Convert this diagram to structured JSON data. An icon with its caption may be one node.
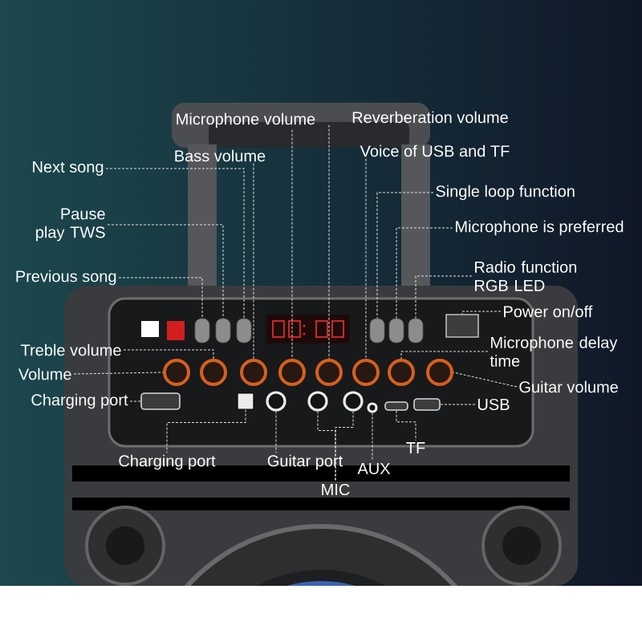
{
  "diagram": {
    "nodes": [
      {
        "text": [
          "Microphone volume"
        ]
      },
      {
        "text": [
          "Reverberation volume"
        ]
      },
      {
        "text": [
          "Bass volume"
        ]
      },
      {
        "text": [
          "Voice of USB and TF"
        ]
      },
      {
        "text": [
          "Next song"
        ]
      },
      {
        "text": [
          "Single loop function"
        ]
      },
      {
        "text": [
          "Pause play TWS"
        ]
      },
      {
        "text": [
          "Microphone is preferred"
        ]
      },
      {
        "text": [
          "Previous song"
        ]
      },
      {
        "text": [
          "Radio function RGB LED"
        ]
      },
      {
        "text": [
          "Power on/off"
        ]
      },
      {
        "text": [
          "Treble volume"
        ]
      },
      {
        "text": [
          "Microphone delay time"
        ]
      },
      {
        "text": [
          "Volume"
        ]
      },
      {
        "text": [
          "Guitar volume"
        ]
      },
      {
        "text": [
          "Charging port"
        ]
      },
      {
        "text": [
          "USB"
        ]
      },
      {
        "text": [
          "Charging port"
        ]
      },
      {
        "text": [
          "Guitar port"
        ]
      },
      {
        "text": [
          "TF"
        ]
      },
      {
        "text": [
          "AUX"
        ]
      },
      {
        "text": [
          "MIC"
        ]
      },
      {
        "text": [],
        "shape": "button"
      },
      {
        "text": [],
        "shape": "button"
      },
      {
        "text": [],
        "shape": "button"
      },
      {
        "text": [],
        "shape": "button"
      },
      {
        "text": [],
        "shape": "button"
      },
      {
        "text": [],
        "shape": "button"
      },
      {
        "text": [],
        "shape": "switch"
      },
      {
        "text": [],
        "shape": "knob"
      },
      {
        "text": [],
        "shape": "knob"
      },
      {
        "text": [],
        "shape": "knob"
      },
      {
        "text": [],
        "shape": "knob"
      },
      {
        "text": [],
        "shape": "knob"
      },
      {
        "text": [],
        "shape": "knob"
      },
      {
        "text": [],
        "shape": "knob"
      },
      {
        "text": [],
        "shape": "knob"
      },
      {
        "text": [],
        "shape": "slot"
      },
      {
        "text": [],
        "shape": "socket"
      },
      {
        "text": [],
        "shape": "jack"
      },
      {
        "text": [],
        "shape": "jack"
      },
      {
        "text": [],
        "shape": "jack"
      },
      {
        "text": [],
        "shape": "jack"
      },
      {
        "text": [],
        "shape": "slot"
      },
      {
        "text": [],
        "shape": "slot"
      }
    ],
    "edges": [
      {
        "from": 0,
        "to": 32,
        "arrow": "none",
        "style": "dashed"
      },
      {
        "from": 1,
        "to": 33,
        "arrow": "none",
        "style": "dashed"
      },
      {
        "from": 2,
        "to": 31,
        "arrow": "none",
        "style": "dashed"
      },
      {
        "from": 3,
        "to": 34,
        "arrow": "none",
        "style": "dashed"
      },
      {
        "from": 4,
        "to": 24,
        "arrow": "none",
        "style": "dashed"
      },
      {
        "from": 5,
        "to": 25,
        "arrow": "none",
        "style": "dashed"
      },
      {
        "from": 6,
        "to": 23,
        "arrow": "none",
        "style": "dashed"
      },
      {
        "from": 7,
        "to": 26,
        "arrow": "none",
        "style": "dashed"
      },
      {
        "from": 8,
        "to": 22,
        "arrow": "none",
        "style": "dashed"
      },
      {
        "from": 9,
        "to": 27,
        "arrow": "none",
        "style": "dashed"
      },
      {
        "from": 10,
        "to": 28,
        "arrow": "none",
        "style": "dashed"
      },
      {
        "from": 11,
        "to": 30,
        "arrow": "none",
        "style": "dashed"
      },
      {
        "from": 12,
        "to": 35,
        "arrow": "none",
        "style": "dashed"
      },
      {
        "from": 13,
        "to": 29,
        "arrow": "none",
        "style": "dashed"
      },
      {
        "from": 14,
        "to": 36,
        "arrow": "none",
        "style": "dashed"
      },
      {
        "from": 15,
        "to": 37,
        "arrow": "none",
        "style": "dashed"
      },
      {
        "from": 16,
        "to": 44,
        "arrow": "none",
        "style": "dashed"
      },
      {
        "from": 17,
        "to": 38,
        "arrow": "none",
        "style": "dashed"
      },
      {
        "from": 18,
        "to": 39,
        "arrow": "none",
        "style": "dashed"
      },
      {
        "from": 19,
        "to": 43,
        "arrow": "none",
        "style": "dashed"
      },
      {
        "from": 20,
        "to": 42,
        "arrow": "none",
        "style": "dashed"
      },
      {
        "from": 21,
        "to": 40,
        "arrow": "none",
        "style": "dashed"
      },
      {
        "from": 21,
        "to": 41,
        "arrow": "none",
        "style": "dashed"
      }
    ]
  }
}
